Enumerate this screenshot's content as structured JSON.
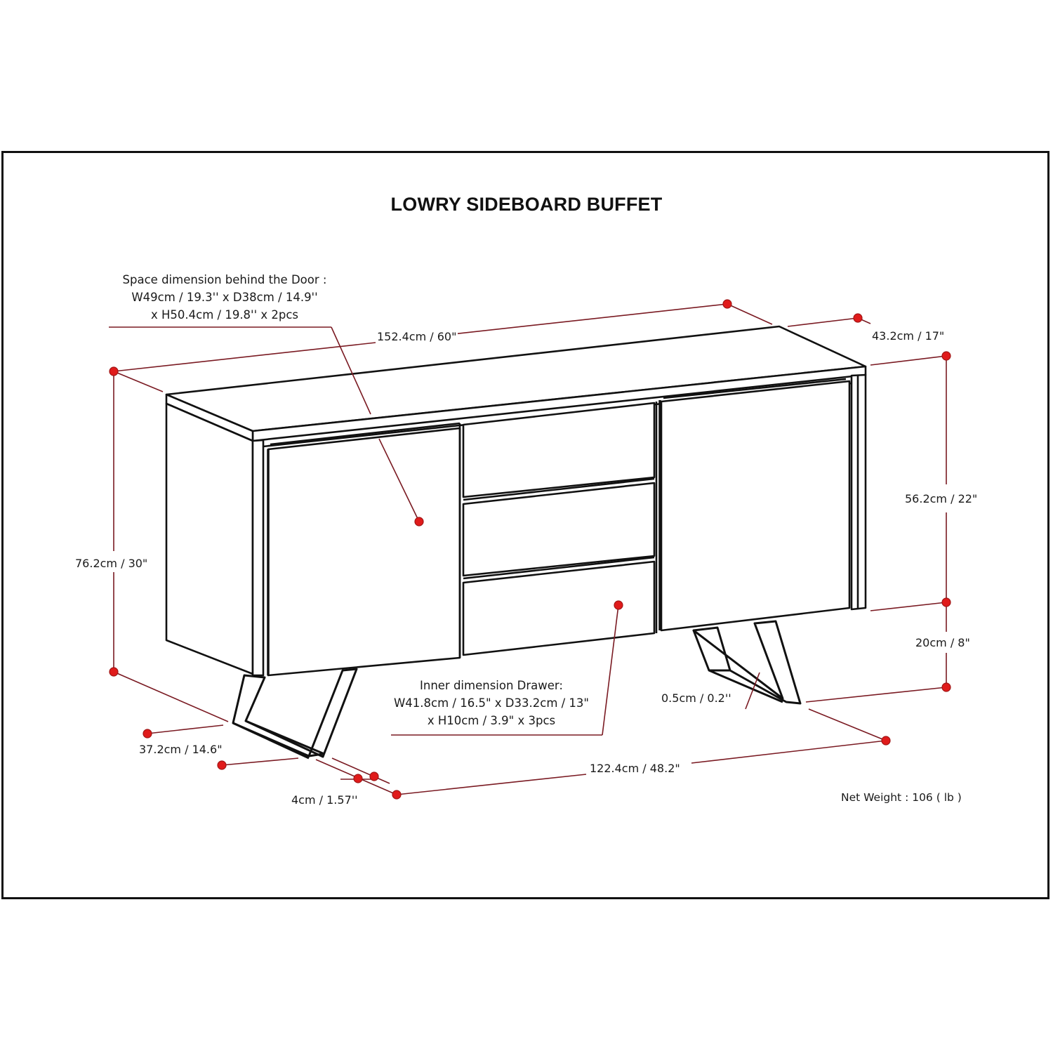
{
  "title": "LOWRY SIDEBOARD BUFFET",
  "accent_color": "#e01b1b",
  "leader_color": "#7a1a22",
  "line_color": "#111111",
  "notes": {
    "door_space": {
      "line1": "Space dimension behind the Door :",
      "line2": "W49cm / 19.3'' x D38cm / 14.9''",
      "line3": "x H50.4cm / 19.8'' x 2pcs"
    },
    "drawer_inner": {
      "line1": "Inner dimension Drawer:",
      "line2": "W41.8cm / 16.5\" x D33.2cm / 13\"",
      "line3": "x H10cm / 3.9\" x 3pcs"
    }
  },
  "dimensions": {
    "width_top": "152.4cm / 60\"",
    "depth_top": "43.2cm / 17\"",
    "height_total": "76.2cm / 30\"",
    "height_body": "56.2cm / 22\"",
    "height_leg": "20cm / 8\"",
    "leg_thickness": "0.5cm / 0.2''",
    "leg_depth": "37.2cm / 14.6\"",
    "leg_width": "4cm / 1.57''",
    "leg_span": "122.4cm / 48.2\""
  },
  "net_weight": "Net Weight : 106 ( lb )"
}
